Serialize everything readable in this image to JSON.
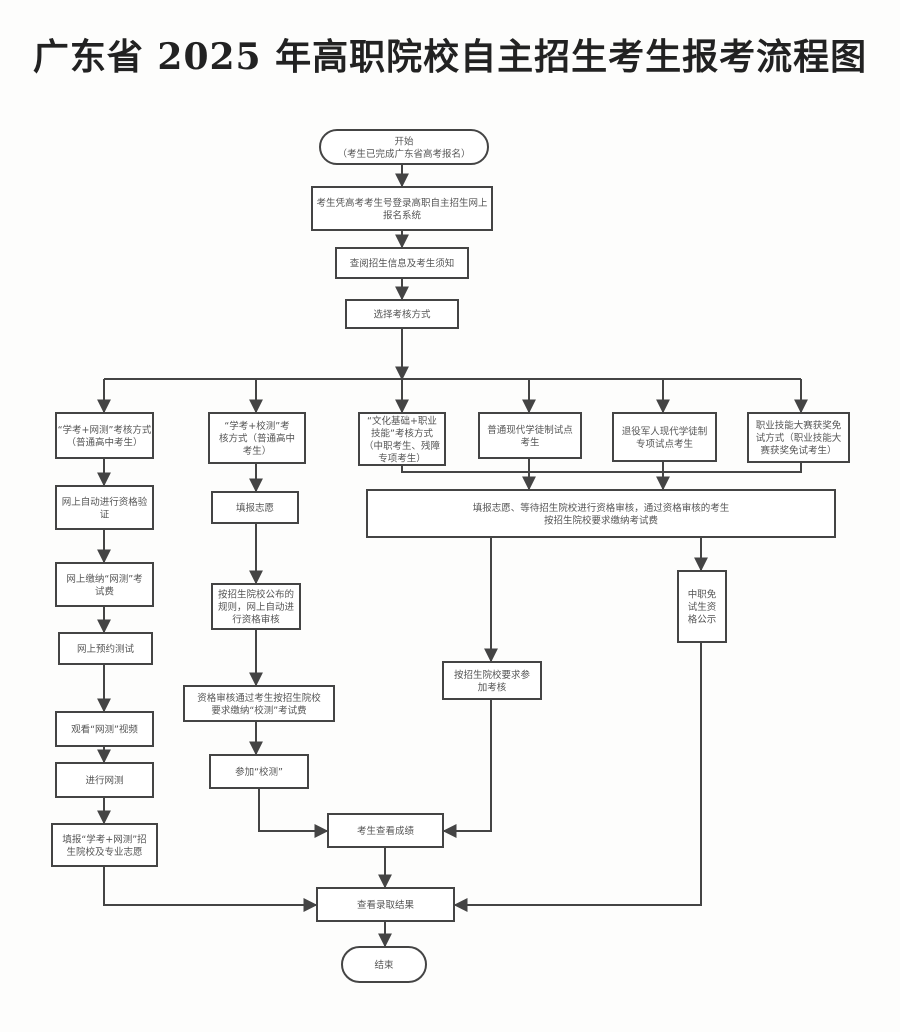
{
  "title": "广东省 2025 年高职院校自主招生考生报考流程图",
  "nodes": {
    "start": [
      "开始",
      "（考生已完成广东省高考报名）"
    ],
    "login": [
      "考生凭高考考生号登录高职自主招生网上",
      "报名系统"
    ],
    "read_info": [
      "查阅招生信息及考生须知"
    ],
    "choose": [
      "选择考核方式"
    ],
    "mode1": [
      "“学考+网测”考核方式",
      "（普通高中考生）"
    ],
    "mode2": [
      "“学考+校测”考",
      "核方式（普通高中",
      "考生）"
    ],
    "mode3": [
      "“文化基础+职业",
      "技能”考核方式",
      "（中职考生、残障",
      "专项考生）"
    ],
    "mode4": [
      "普通现代学徒制试点",
      "考生"
    ],
    "mode5": [
      "退役军人现代学徒制",
      "专项试点考生"
    ],
    "mode6": [
      "职业技能大赛获奖免",
      "试方式（职业技能大",
      "赛获奖免试考生）"
    ],
    "apply_review": [
      "填报志愿、等待招生院校进行资格审核，通过资格审核的考生",
      "按招生院校要求缴纳考试费"
    ],
    "m1_verify": [
      "网上自动进行资格验",
      "证"
    ],
    "m1_pay": [
      "网上缴纳“网测”考",
      "试费"
    ],
    "m1_book": [
      "网上预约测试"
    ],
    "m1_video": [
      "观看“网测”视频"
    ],
    "m1_test": [
      "进行网测"
    ],
    "m1_fill": [
      "填报“学考+网测”招",
      "生院校及专业志愿"
    ],
    "m2_fill": [
      "填报志愿"
    ],
    "m2_review": [
      "按招生院校公布的",
      "规则，网上自动进",
      "行资格审核"
    ],
    "m2_pay": [
      "资格审核通过考生按招生院校",
      "要求缴纳“校测”考试费"
    ],
    "m2_test": [
      "参加“校测”"
    ],
    "exam": [
      "按招生院校要求参",
      "加考核"
    ],
    "exempt": [
      "中职免",
      "试生资",
      "格公示"
    ],
    "scores": [
      "考生查看成绩"
    ],
    "results": [
      "查看录取结果"
    ],
    "end": [
      "结束"
    ]
  }
}
